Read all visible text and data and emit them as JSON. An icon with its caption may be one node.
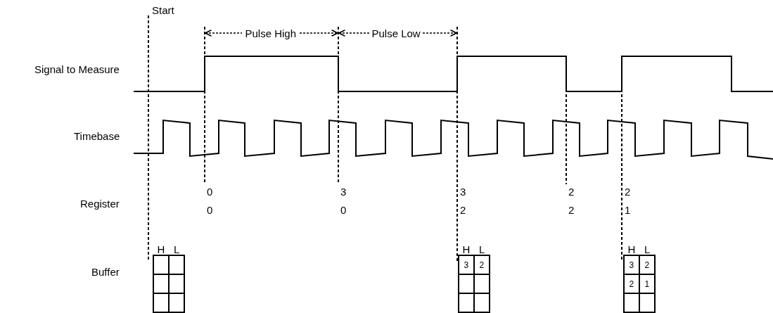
{
  "diagram": {
    "labels": [
      "Start",
      "Pulse High",
      "Pulse Low",
      "Signal to Measure",
      "Timebase",
      "0",
      "3",
      "3",
      "2",
      "2",
      "Register",
      "0",
      "0",
      "2",
      "2",
      "1",
      "H",
      "L",
      "H",
      "L",
      "H",
      "L",
      "Buffer",
      "3",
      "2",
      "3",
      "2",
      "2",
      "1"
    ]
  }
}
